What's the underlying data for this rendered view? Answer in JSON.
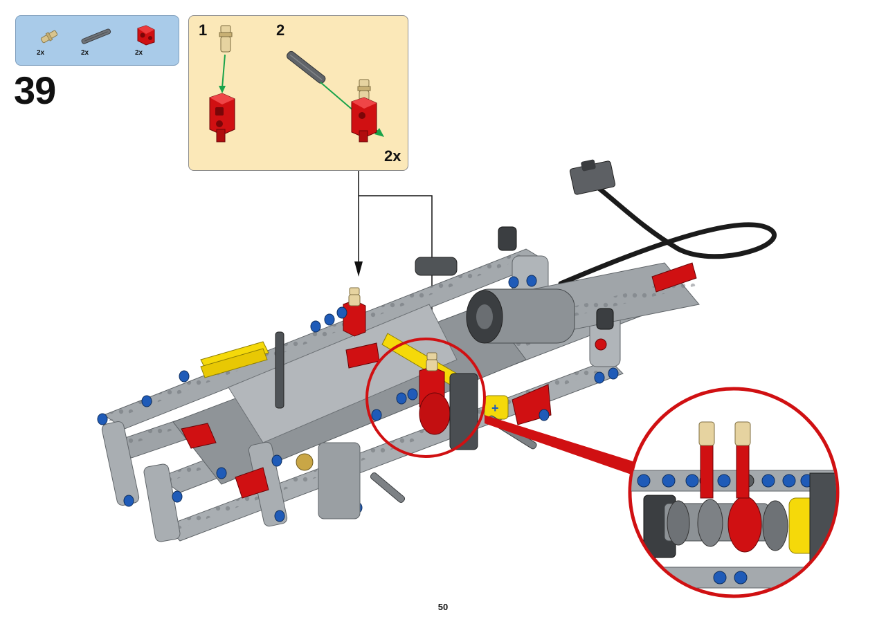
{
  "step": {
    "number": "39"
  },
  "parts_list": {
    "items": [
      {
        "icon": "tan-connector-pin-icon",
        "quantity": "2x",
        "color": "#d8c48e"
      },
      {
        "icon": "gray-axle-icon",
        "quantity": "2x",
        "color": "#6f7378"
      },
      {
        "icon": "red-axle-connector-icon",
        "quantity": "2x",
        "color": "#d01012"
      }
    ]
  },
  "sub_steps": [
    {
      "number": "1"
    },
    {
      "number": "2",
      "multiplier": "2x"
    }
  ],
  "page": {
    "number": "50"
  },
  "colors": {
    "parts_panel_bg": "#a9cbe9",
    "substep_panel_bg": "#fbe8b8",
    "highlight_circle": "#d01012",
    "assembly_arrow": "#1aa34a",
    "beam_gray": "#a0a5a9",
    "pin_blue": "#1f5bb8",
    "part_red": "#d01012",
    "part_yellow": "#f5d90a"
  }
}
